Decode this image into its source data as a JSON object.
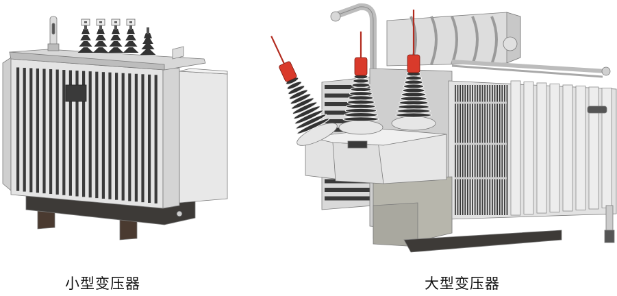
{
  "captions": {
    "small": "小型变压器",
    "large": "大型变压器"
  },
  "colors": {
    "body_light": "#e6e6e6",
    "body_mid": "#cfcfcf",
    "fin_dark": "#3a3a3a",
    "base_dark": "#3d3a37",
    "skid": "#4a3a30",
    "bushing_dark": "#333333",
    "insulator_red": "#d93a2b",
    "bracket_gray": "#b7b6ac"
  },
  "icons": {
    "small_transformer": "transformer-small-illustration",
    "large_transformer": "transformer-large-illustration"
  }
}
